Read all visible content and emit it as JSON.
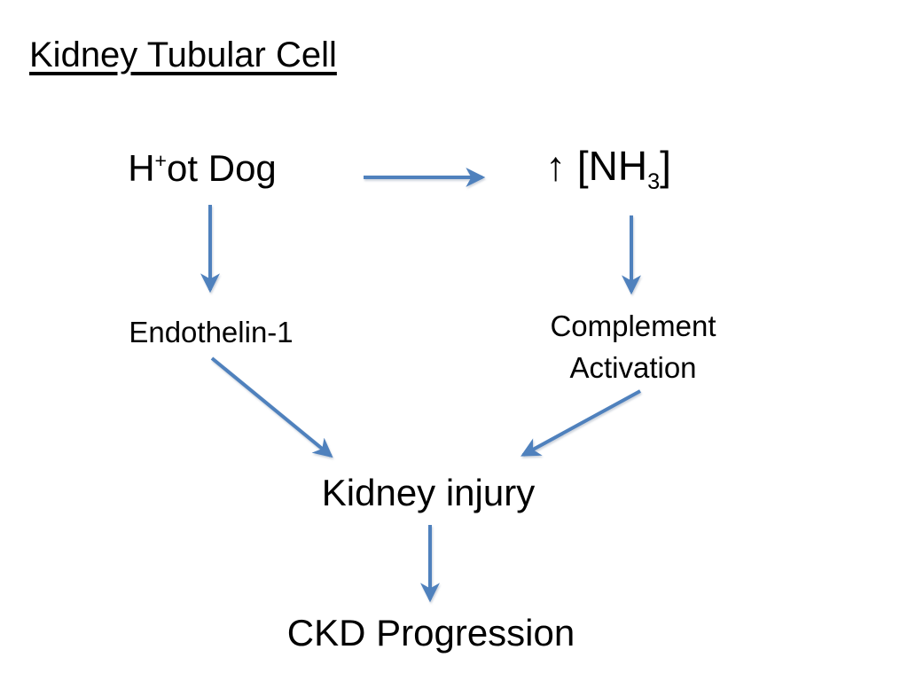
{
  "diagram": {
    "title": "Kidney Tubular Cell",
    "text_color": "#000000",
    "arrow_color": "#4f81bd",
    "background_color": "#ffffff",
    "nodes": {
      "hot_dog": {
        "pre": "H",
        "sup": "+",
        "post": "ot Dog"
      },
      "nh3": {
        "prefix": "↑ [NH",
        "sub": "3",
        "suffix": "]"
      },
      "endothelin": {
        "label": "Endothelin-1"
      },
      "complement": {
        "line1": "Complement",
        "line2": "Activation"
      },
      "kidney_injury": {
        "label": "Kidney injury"
      },
      "ckd": {
        "label": "CKD Progression"
      }
    },
    "edges": [
      {
        "from": "hot_dog",
        "to": "nh3"
      },
      {
        "from": "hot_dog",
        "to": "endothelin"
      },
      {
        "from": "nh3",
        "to": "complement"
      },
      {
        "from": "endothelin",
        "to": "kidney_injury"
      },
      {
        "from": "complement",
        "to": "kidney_injury"
      },
      {
        "from": "kidney_injury",
        "to": "ckd"
      }
    ]
  }
}
